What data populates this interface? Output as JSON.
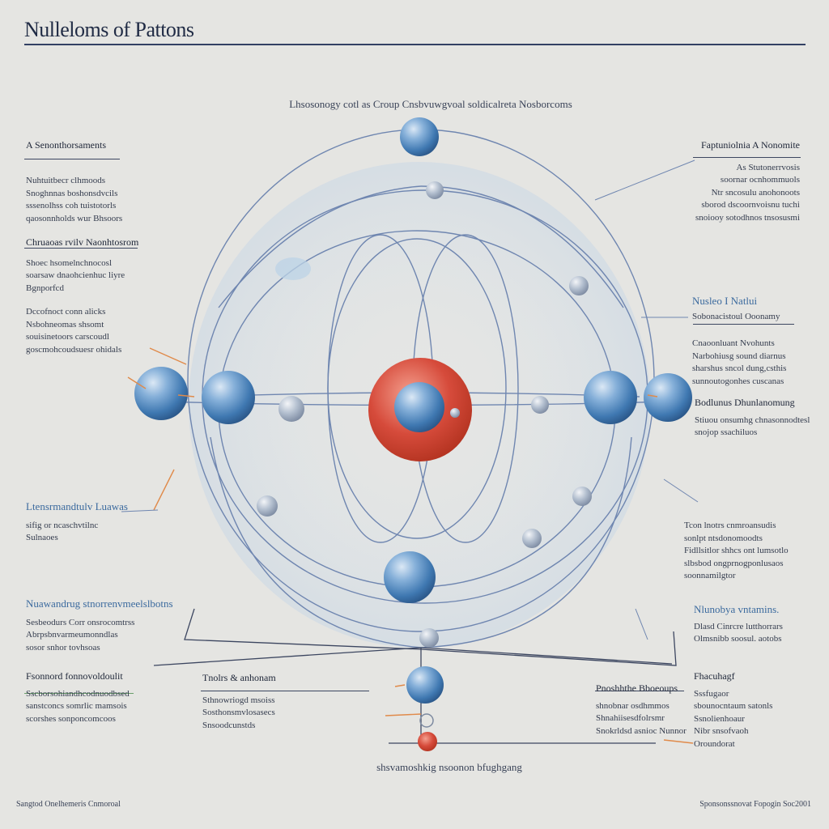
{
  "title": "Nulleloms of Pattons",
  "subtitle": "Lhsosonogy cotl as Croup Cnsbvuwgvoal soldicalreta Nosborcoms",
  "bottom_caption": "shsvamoshkig nsoonon bfughgang",
  "footer_left": "Sangtod Onelhemeris Cnmoroal",
  "footer_right": "Sponsonssnovat Fopogin Soc2001",
  "left_blocks": [
    {
      "head": "A Senonthorsaments",
      "lines": []
    },
    {
      "head": "",
      "lines": [
        "Nuhtuitbecr clhmoods",
        "Snoghnnas boshonsdvcils",
        "sssenolhss coh tuistotorls",
        "qaosonnholds wur Bhsoors"
      ]
    },
    {
      "head": "Chruaoas rvilv Naonhtosrom",
      "lines": [
        "Shoec hsomelnchnocosl",
        "soarsaw dnaohcienhuc liyre",
        "Bgnporfcd"
      ]
    },
    {
      "head": "",
      "lines": [
        "Dccofnoct conn alicks",
        "Nsbohneomas shsomt",
        "souisinetoors carscoudl",
        "goscmohcoudsuesr ohidals"
      ]
    },
    {
      "head": "Ltensrmandtulv Luawas",
      "head_style": "blue",
      "lines": [
        "sifig or ncaschvtilnc",
        "Sulnaoes"
      ]
    },
    {
      "head": "Nuawandrug stnorrenvmeelslbotns",
      "head_style": "blue",
      "lines": [
        "Sesbeodurs Corr onsrocomtrss",
        "Abrpsbnvarmeumonndlas",
        "sosor snhor tovhsoas"
      ]
    },
    {
      "head": "Fsonnord fonnovoldoulit",
      "lines": [
        "Sscborsohiandhcodnuodbsed",
        "sanstconcs somrlic mamsois",
        "scorshes sonponcomcoos"
      ]
    }
  ],
  "center_blocks": [
    {
      "head": "Tnolrs & anhonam",
      "lines": [
        "Sthnowriogd msoiss",
        "Sosthonsmvlosasecs",
        "Snsoodcunstds"
      ]
    },
    {
      "head": "Pnoshhthe Bboeoups",
      "lines": [
        "shnobnar osdhmmos",
        "Shnahiisesdfolrsmr",
        "Snokrldsd asnioc Nunnor"
      ]
    }
  ],
  "right_blocks": [
    {
      "head": "Faptuniolnia A Nonomite",
      "lines": [
        "As Stutonerrvosis",
        "soornar ocnhommuols",
        "Ntr sncosulu anohonoots",
        "sborod dscoornvoisnu tuchi",
        "snoiooy sotodhnos tnsosusmi"
      ]
    },
    {
      "head": "Nusleo I Natlui",
      "head_style": "blue",
      "lines": [
        "Sobonacistoul Ooonamy"
      ]
    },
    {
      "head": "",
      "lines": [
        "Cnaoonluant Nvohunts",
        "Narbohiusg sound diarnus",
        "sharshus sncol dung,csthis",
        "sunnoutogonhes cuscanas"
      ]
    },
    {
      "head": "Bodlunus Dhunlanomung",
      "lines": [
        "Stiuou onsumhg chnasonnodtesl",
        "snojop ssachiluos"
      ]
    },
    {
      "head": "",
      "lines": [
        "Tcon lnotrs cnmroansudis",
        "sonlpt ntsdonomoodts",
        "Fidllsitlor shhcs ont lumsotlo",
        "slbsbod ongprnogponlusaos",
        "soonnamilgtor"
      ]
    },
    {
      "head": "Nlunobya vntamins.",
      "head_style": "blue",
      "lines": [
        "Dlasd Cinrcre lutthorrars",
        "Olmsnibb soosul. aotobs"
      ]
    },
    {
      "head": "Fhacuhagf",
      "lines": [
        "Sssfugaor",
        "sbounocntaum satonls",
        "Ssnolienhoaur",
        "Nibr snsofvaoh",
        "Oroundorat"
      ]
    }
  ],
  "colors": {
    "background": "#e5e5e2",
    "nucleus": "#d24a3c",
    "sphere": "#4d86c0",
    "orbit": "#6f86b0",
    "title_rule": "#334063"
  },
  "icons": [
    "nucleus-icon",
    "proton-sphere-icon",
    "electron-sphere-icon"
  ]
}
